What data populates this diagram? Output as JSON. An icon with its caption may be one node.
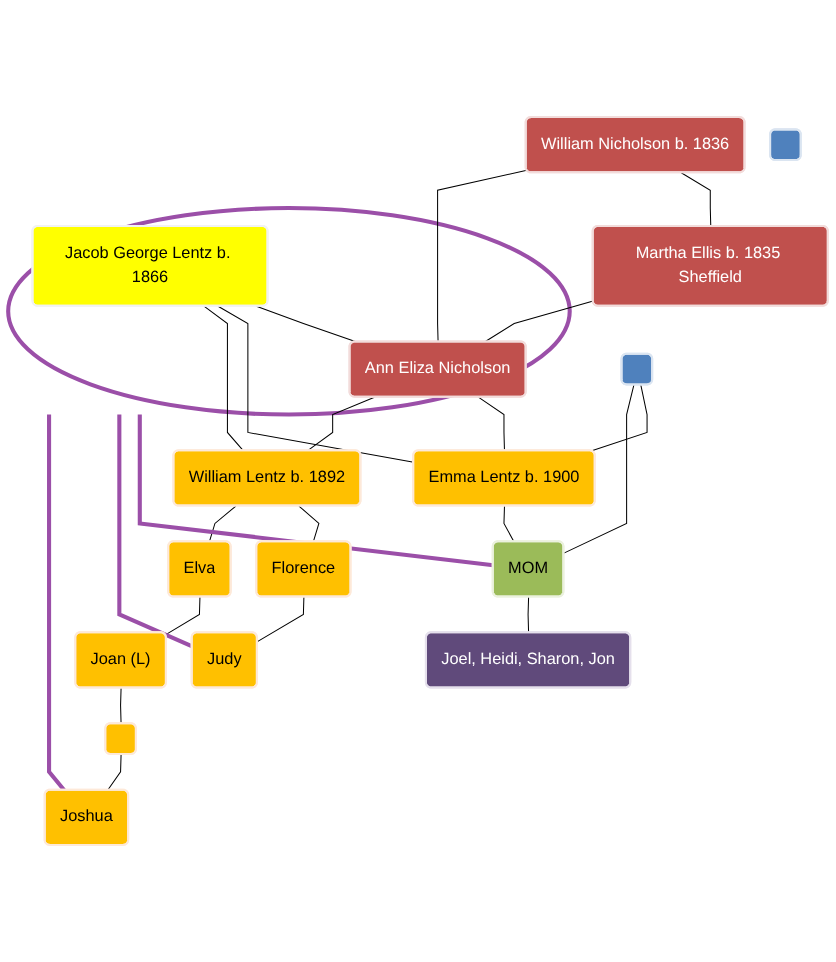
{
  "diagram": {
    "nodes": [
      {
        "text": [
          "William Nicholson b. 1836"
        ]
      },
      {
        "text": [
          "Martha Ellis b. 1835 Sheffield"
        ]
      },
      {
        "text": [],
        "shape": "box"
      },
      {
        "text": [],
        "shape": "ellipse"
      },
      {
        "text": [
          "Jacob George Lentz b. 1866"
        ],
        "in": 3
      },
      {
        "text": [
          "Ann Eliza Nicholson"
        ],
        "in": 3
      },
      {
        "text": [],
        "shape": "box"
      },
      {
        "text": [
          "Emma Lentz b. 1900"
        ]
      },
      {
        "text": [
          "William Lentz b. 1892"
        ]
      },
      {
        "text": [
          "MOM"
        ]
      },
      {
        "text": [
          "Florence"
        ]
      },
      {
        "text": [
          "Elva"
        ]
      },
      {
        "text": [
          "Joel, Heidi, Sharon, Jon"
        ]
      },
      {
        "text": [
          "Judy"
        ]
      },
      {
        "text": [
          "Joan (L)"
        ]
      },
      {
        "text": [],
        "shape": "box"
      },
      {
        "text": [
          "Joshua"
        ]
      }
    ],
    "edges": [
      {
        "from": 0,
        "to": 1,
        "arrow": "none"
      },
      {
        "from": 0,
        "to": 5,
        "arrow": "none"
      },
      {
        "from": 1,
        "to": 5,
        "arrow": "none"
      },
      {
        "from": 4,
        "to": 5,
        "arrow": "none"
      },
      {
        "from": 4,
        "to": 7,
        "arrow": "none"
      },
      {
        "from": 5,
        "to": 7,
        "arrow": "none"
      },
      {
        "from": 4,
        "to": 8,
        "arrow": "none"
      },
      {
        "from": 5,
        "to": 8,
        "arrow": "none"
      },
      {
        "from": 6,
        "to": 7,
        "arrow": "none"
      },
      {
        "from": 6,
        "to": 9,
        "arrow": "none"
      },
      {
        "from": 7,
        "to": 9,
        "arrow": "none"
      },
      {
        "from": 9,
        "to": 12,
        "arrow": "none"
      },
      {
        "from": 8,
        "to": 10,
        "arrow": "none"
      },
      {
        "from": 8,
        "to": 11,
        "arrow": "none"
      },
      {
        "from": 10,
        "to": 13,
        "arrow": "none"
      },
      {
        "from": 11,
        "to": 14,
        "arrow": "none"
      },
      {
        "from": 14,
        "to": 15,
        "arrow": "none"
      },
      {
        "from": 15,
        "to": 16,
        "arrow": "none"
      },
      {
        "from": 3,
        "to": 9,
        "arrow": "none",
        "style": "thick",
        "color": "#9b4fa8"
      },
      {
        "from": 3,
        "to": 13,
        "arrow": "none",
        "style": "thick",
        "color": "#9b4fa8"
      },
      {
        "from": 3,
        "to": 16,
        "arrow": "none",
        "style": "thick",
        "color": "#9b4fa8"
      }
    ]
  }
}
